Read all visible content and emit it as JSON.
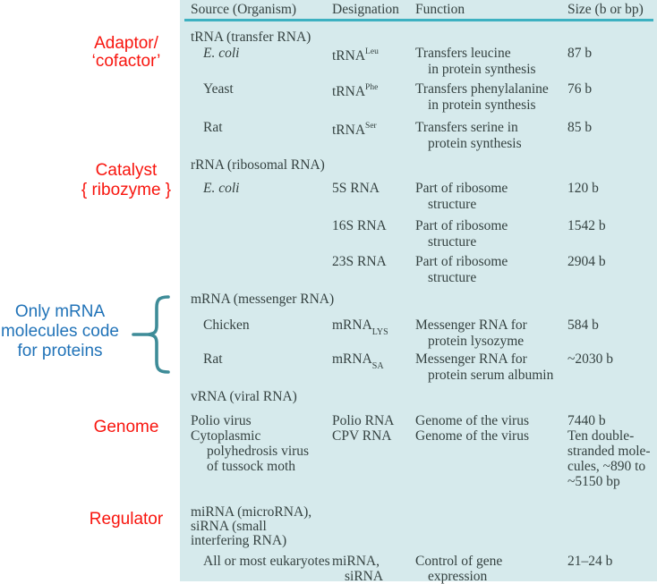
{
  "colors": {
    "panel_bg": "#d6eaec",
    "header_rule": "#3db1c1",
    "table_text": "#354241",
    "annotation_red": "#f8150e",
    "annotation_blue": "#2173b8",
    "brace_teal": "#3e8c98"
  },
  "annotations": {
    "adaptor": {
      "line1": "Adaptor/",
      "line2": "‘cofactor’"
    },
    "catalyst": {
      "line1": "Catalyst",
      "line2": "{ ribozyme }"
    },
    "mrna_note": {
      "line1": "Only mRNA",
      "line2": "molecules code",
      "line3": "for proteins"
    },
    "genome": "Genome",
    "regulator": "Regulator"
  },
  "table": {
    "headers": {
      "source": "Source (Organism)",
      "designation": "Designation",
      "function": "Function",
      "size": "Size (b or bp)"
    },
    "groups": {
      "trna": "tRNA (transfer RNA)",
      "rrna": "rRNA (ribosomal RNA)",
      "mrna": "mRNA (messenger RNA)",
      "vrna": "vRNA (viral RNA)",
      "mirna1": "miRNA (microRNA),",
      "mirna2": "siRNA (small",
      "mirna3": "interfering RNA)"
    },
    "rows": {
      "r1": {
        "src": "E. coli",
        "des_base": "tRNA",
        "des_sup": "Leu",
        "fn1": "Transfers leucine",
        "fn2": "in protein synthesis",
        "size": "87 b"
      },
      "r2": {
        "src": "Yeast",
        "des_base": "tRNA",
        "des_sup": "Phe",
        "fn1": "Transfers phenylalanine",
        "fn2": "in protein synthesis",
        "size": "76 b"
      },
      "r3": {
        "src": "Rat",
        "des_base": "tRNA",
        "des_sup": "Ser",
        "fn1": "Transfers serine in",
        "fn2": "protein synthesis",
        "size": "85 b"
      },
      "r4": {
        "src": "E. coli",
        "des": "5S RNA",
        "fn1": "Part of ribosome",
        "fn2": "structure",
        "size": "120 b"
      },
      "r5": {
        "des": "16S RNA",
        "fn1": "Part of ribosome",
        "fn2": "structure",
        "size": "1542 b"
      },
      "r6": {
        "des": "23S RNA",
        "fn1": "Part of ribosome",
        "fn2": "structure",
        "size": "2904 b"
      },
      "r7": {
        "src": "Chicken",
        "des_base": "mRNA",
        "des_sub": "LYS",
        "fn1": "Messenger RNA for",
        "fn2": "protein lysozyme",
        "size": "584 b"
      },
      "r8": {
        "src": "Rat",
        "des_base": "mRNA",
        "des_sub": "SA",
        "fn1": "Messenger RNA for",
        "fn2": "protein serum albumin",
        "size": "~2030 b"
      },
      "r9": {
        "src": "Polio virus",
        "des": "Polio RNA",
        "fn1": "Genome of the virus",
        "size": "7440 b"
      },
      "r10": {
        "src1": "Cytoplasmic",
        "src2": "polyhedrosis virus",
        "src3": "of tussock moth",
        "des": "CPV RNA",
        "fn1": "Genome of the virus",
        "size1": "Ten double-",
        "size2": "stranded mole-",
        "size3": "cules, ~890 to",
        "size4": "~5150 bp"
      },
      "r11": {
        "src": "All or most eukaryotes",
        "des1": "miRNA,",
        "des2": "siRNA",
        "fn1": "Control of gene",
        "fn2": "expression",
        "size": "21–24 b"
      }
    }
  }
}
